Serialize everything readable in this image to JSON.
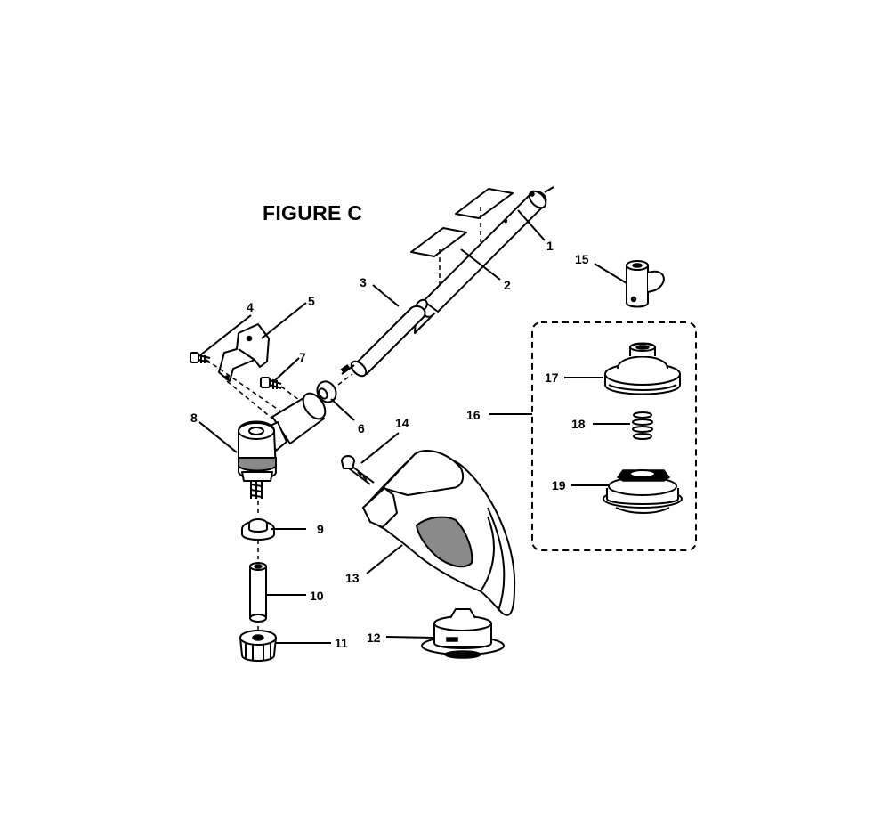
{
  "figure": {
    "title": "FIGURE C"
  },
  "callouts": [
    {
      "id": "1",
      "label": "1"
    },
    {
      "id": "2",
      "label": "2"
    },
    {
      "id": "3",
      "label": "3"
    },
    {
      "id": "4",
      "label": "4"
    },
    {
      "id": "5",
      "label": "5"
    },
    {
      "id": "6",
      "label": "6"
    },
    {
      "id": "7",
      "label": "7"
    },
    {
      "id": "8",
      "label": "8"
    },
    {
      "id": "9",
      "label": "9"
    },
    {
      "id": "10",
      "label": "10"
    },
    {
      "id": "11",
      "label": "11"
    },
    {
      "id": "12",
      "label": "12"
    },
    {
      "id": "13",
      "label": "13"
    },
    {
      "id": "14",
      "label": "14"
    },
    {
      "id": "15",
      "label": "15"
    },
    {
      "id": "16",
      "label": "16"
    },
    {
      "id": "17",
      "label": "17"
    },
    {
      "id": "18",
      "label": "18"
    },
    {
      "id": "19",
      "label": "19"
    }
  ]
}
